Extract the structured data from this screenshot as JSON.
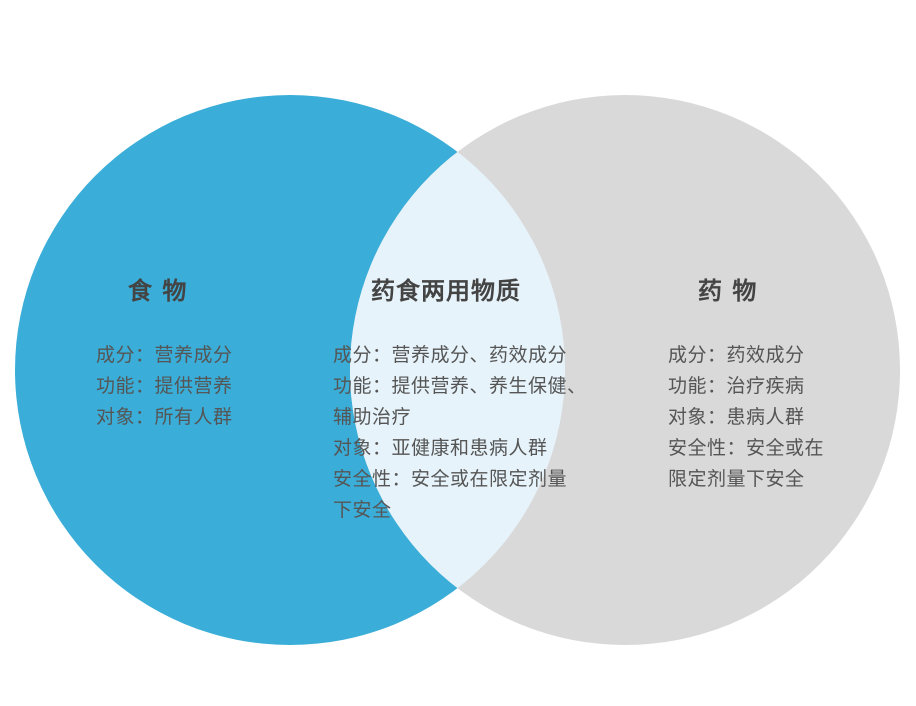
{
  "colors": {
    "food_circle": "#3aaed8",
    "drug_circle": "#d9d9d9",
    "overlap": "#e6f3fa",
    "text": "#555555",
    "title": "#444444"
  },
  "food": {
    "title": "食 物",
    "lines": [
      "成分：营养成分",
      "功能：提供营养",
      "对象：所有人群"
    ]
  },
  "both": {
    "title": "药食两用物质",
    "lines": [
      "成分：营养成分、药效成分",
      "功能：提供营养、养生保健、",
      "辅助治疗",
      "对象：亚健康和患病人群",
      "安全性：安全或在限定剂量",
      "下安全"
    ]
  },
  "drug": {
    "title": "药 物",
    "lines": [
      "成分：药效成分",
      "功能：治疗疾病",
      "对象：患病人群",
      "安全性：安全或在",
      "限定剂量下安全"
    ]
  }
}
